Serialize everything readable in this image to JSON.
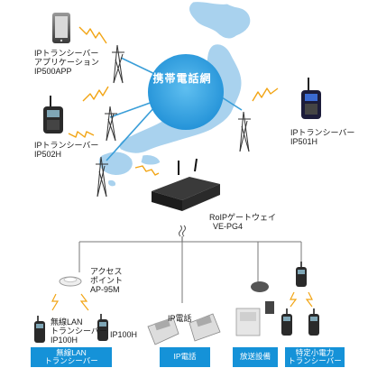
{
  "network": {
    "label": "携帯電話網"
  },
  "devices": {
    "ip500app": [
      "IPトランシーバー",
      "アプリケーション",
      "IP500APP"
    ],
    "ip502h": [
      "IPトランシーバー",
      "IP502H"
    ],
    "ip501h": [
      "IPトランシーバー",
      "IP501H"
    ],
    "gateway": [
      "RoIPゲートウェイ",
      "VE-PG4"
    ],
    "access_point": [
      "アクセス",
      "ポイント",
      "AP-95M"
    ],
    "wlan_transceiver": [
      "無線LAN",
      "トランシーバー",
      "IP100H"
    ],
    "ip100h": "IP100H",
    "ip_phone": "IP電話"
  },
  "categories": [
    {
      "lines": [
        "無線LAN",
        "トランシーバー"
      ]
    },
    {
      "lines": [
        "IP電話"
      ]
    },
    {
      "lines": [
        "放送設備"
      ]
    },
    {
      "lines": [
        "特定小電力",
        "トランシーバー"
      ]
    }
  ],
  "colors": {
    "accent": "#1592d8",
    "map": "#a9d2ee",
    "link": "#3a9ed8",
    "signal": "#f2a413"
  }
}
